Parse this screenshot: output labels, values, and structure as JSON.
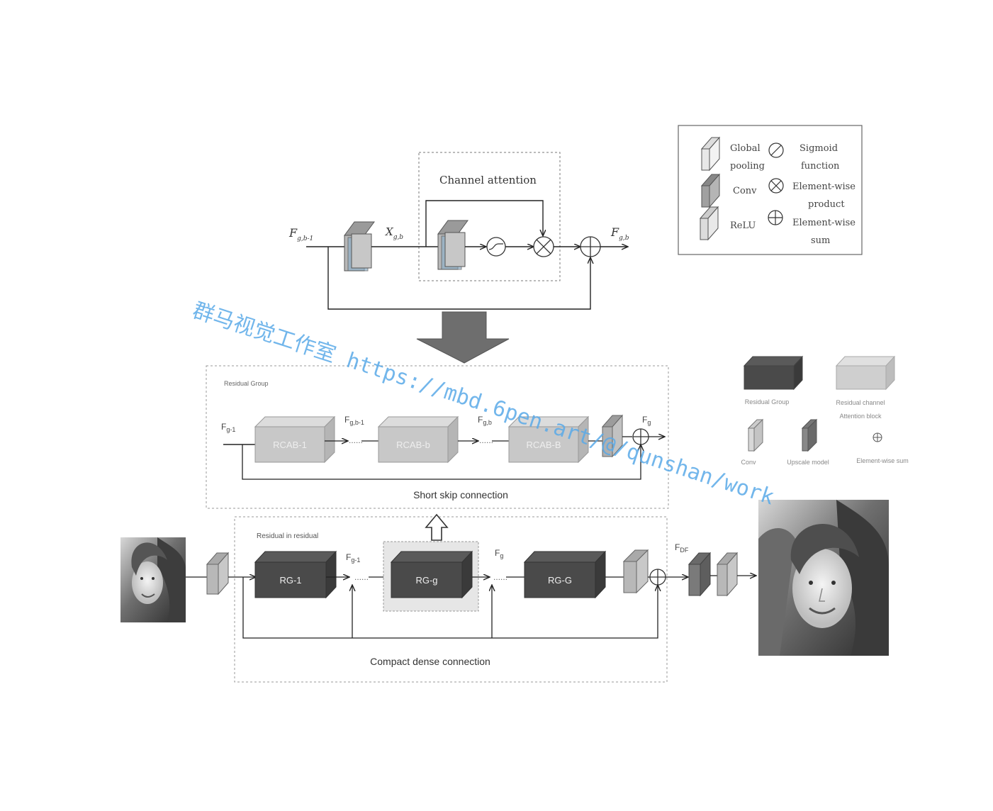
{
  "channel_attention": {
    "box_title": "Channel attention",
    "input_label": "F",
    "input_sub": "g,b-1",
    "mid_label": "X",
    "mid_sub": "g,b",
    "output_label": "F",
    "output_sub": "g,b"
  },
  "legend_top": {
    "items": [
      {
        "label_line1": "Global",
        "label_line2": "pooling"
      },
      {
        "label_line1": "Conv",
        "label_line2": ""
      },
      {
        "label_line1": "ReLU",
        "label_line2": ""
      }
    ],
    "ops": [
      {
        "label_line1": "Sigmoid",
        "label_line2": "function"
      },
      {
        "label_line1": "Element-wise",
        "label_line2": "product"
      },
      {
        "label_line1": "Element-wise",
        "label_line2": "sum"
      }
    ]
  },
  "residual_group": {
    "title": "Residual Group",
    "input_label": "F",
    "input_sub": "g-1",
    "blocks": [
      "RCAB-1",
      "RCAB-b",
      "RCAB-B"
    ],
    "mid_labels": [
      {
        "main": "F",
        "sub": "g,b-1"
      },
      {
        "main": "F",
        "sub": "g,b"
      }
    ],
    "output_label": "F",
    "output_sub": "g",
    "skip_caption": "Short skip connection"
  },
  "rir": {
    "title": "Residual in residual",
    "blocks": [
      "RG-1",
      "RG-g",
      "RG-G"
    ],
    "label_fg1": {
      "main": "F",
      "sub": "g-1"
    },
    "label_fg": {
      "main": "F",
      "sub": "g"
    },
    "label_fdf": {
      "main": "F",
      "sub": "DF"
    },
    "caption": "Compact dense connection"
  },
  "legend_bottom": {
    "residual_group": "Residual Group",
    "rcab_line1": "Residual channel",
    "rcab_line2": "Attention block",
    "conv": "Conv",
    "upscale": "Upscale model",
    "sum": "Element-wise sum"
  },
  "watermark": "群马视觉工作室 https://mbd.6pen.art/@/qunshan/work",
  "colors": {
    "dark_block": "#4a4a4a",
    "light_block": "#c8c8c8",
    "conv_fill": "#b0b0b0",
    "watermark": "#5aaae8"
  }
}
